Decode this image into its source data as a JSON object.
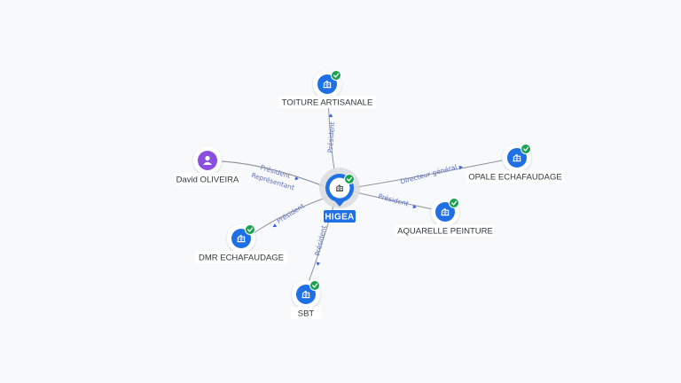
{
  "graph": {
    "center": {
      "label": "HIGEA",
      "icon": "company-icon",
      "verified": true,
      "accent": "#1f6fe5"
    },
    "nodes": [
      {
        "id": "toiture",
        "label": "TOITURE ARTISANALE",
        "type": "company",
        "icon": "company-icon",
        "verified": true
      },
      {
        "id": "david",
        "label": "David OLIVEIRA",
        "type": "person",
        "icon": "person-icon",
        "verified": false
      },
      {
        "id": "opale",
        "label": "OPALE ECHAFAUDAGE",
        "type": "company",
        "icon": "company-icon",
        "verified": true
      },
      {
        "id": "aquarelle",
        "label": "AQUARELLE PEINTURE",
        "type": "company",
        "icon": "company-icon",
        "verified": true
      },
      {
        "id": "dmr",
        "label": "DMR ECHAFAUDAGE",
        "type": "company",
        "icon": "company-icon",
        "verified": true
      },
      {
        "id": "sbt",
        "label": "SBT",
        "type": "company",
        "icon": "company-icon",
        "verified": true
      }
    ],
    "edges": [
      {
        "from": "center",
        "to": "toiture",
        "label": "Président"
      },
      {
        "from": "david",
        "to": "center",
        "label": "Président"
      },
      {
        "from": "david",
        "to": "center",
        "label": "Représentant"
      },
      {
        "from": "center",
        "to": "opale",
        "label": "Directeur général"
      },
      {
        "from": "center",
        "to": "aquarelle",
        "label": "Président"
      },
      {
        "from": "center",
        "to": "dmr",
        "label": "Président"
      },
      {
        "from": "center",
        "to": "sbt",
        "label": "Président"
      }
    ],
    "colors": {
      "company": "#1f6fe5",
      "person": "#8a4fe0",
      "verified": "#1aa251",
      "edge": "#8e939c",
      "edge_label": "#5a6fc2"
    }
  }
}
